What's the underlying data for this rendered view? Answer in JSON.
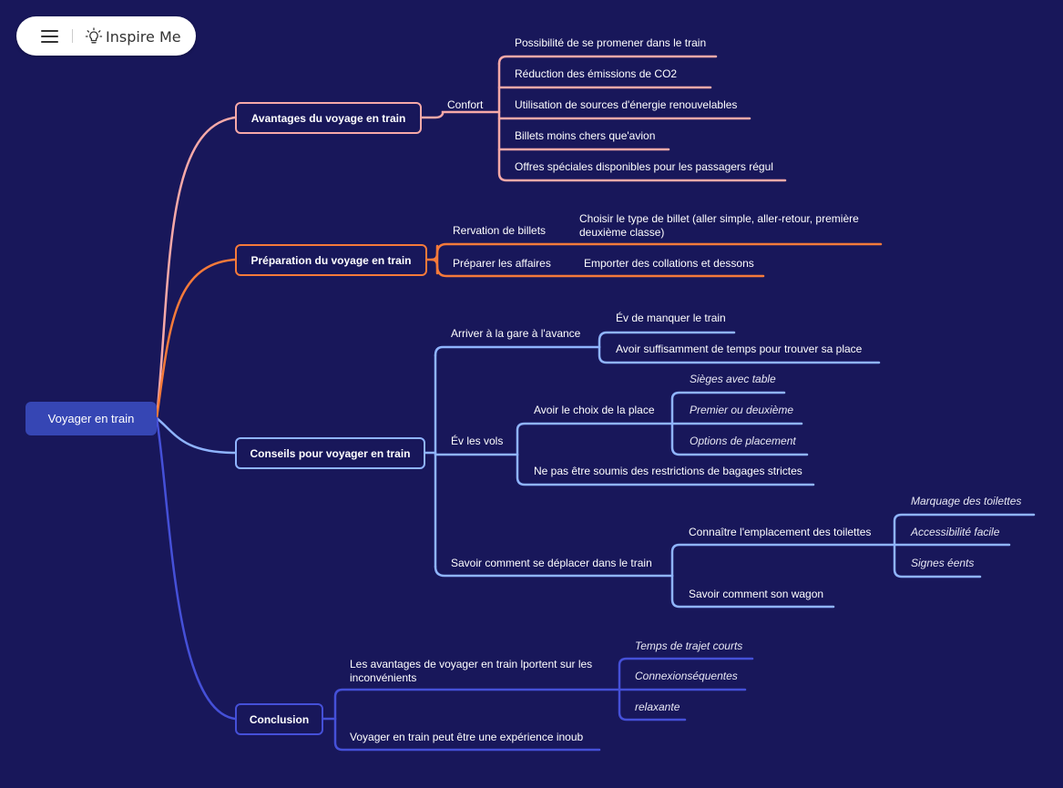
{
  "toolbar": {
    "inspire_label": "Inspire Me"
  },
  "colors": {
    "background": "#18175a",
    "pink": "#f7a9a8",
    "orange": "#f57a3a",
    "light_blue": "#8fb4ff",
    "blue": "#4550d8",
    "root": "#3646b4"
  },
  "root": {
    "label": "Voyager en train"
  },
  "branches": {
    "avantages": {
      "label": "Avantages du voyage en train",
      "confort": {
        "label": "Confort",
        "items": [
          "Possibilité de se promener dans le train",
          "Réduction des émissions de CO2",
          "Utilisation de sources d'énergie renouvelables",
          "Billets moins chers que'avion",
          "Offres spéciales disponibles pour les passagers régul"
        ]
      }
    },
    "preparation": {
      "label": "Préparation du voyage en train",
      "reservation": {
        "label": "Rervation de billets",
        "child": "Choisir le type de billet (aller simple, aller-retour, première deuxième classe)"
      },
      "affaires": {
        "label": "Préparer les affaires",
        "child": "Emporter des collations et dessons"
      }
    },
    "conseils": {
      "label": "Conseils pour voyager en train",
      "arriver": {
        "label": "Arriver à la gare à l'avance",
        "children": [
          "Év de manquer le train",
          "Avoir suffisamment de temps pour trouver sa place"
        ]
      },
      "vols": {
        "label": "Év les vols",
        "place": {
          "label": "Avoir le choix de la place",
          "children": [
            "Sièges avec table",
            "Premier ou deuxième",
            "Options de placement"
          ]
        },
        "bagages": "Ne pas être soumis des restrictions de bagages strictes"
      },
      "deplacer": {
        "label": "Savoir comment se déplacer dans le train",
        "toilettes": {
          "label": "Connaître l'emplacement des toilettes",
          "children": [
            "Marquage des toilettes",
            "Accessibilité facile",
            "Signes éents"
          ]
        },
        "wagon": "Savoir comment son wagon"
      }
    },
    "conclusion": {
      "label": "Conclusion",
      "avantages": {
        "label": "Les avantages de voyager en train lportent sur les inconvénients",
        "children": [
          "Temps de trajet courts",
          "Connexionséquentes",
          "relaxante"
        ]
      },
      "experience": "Voyager en train peut être une expérience inoub"
    }
  }
}
